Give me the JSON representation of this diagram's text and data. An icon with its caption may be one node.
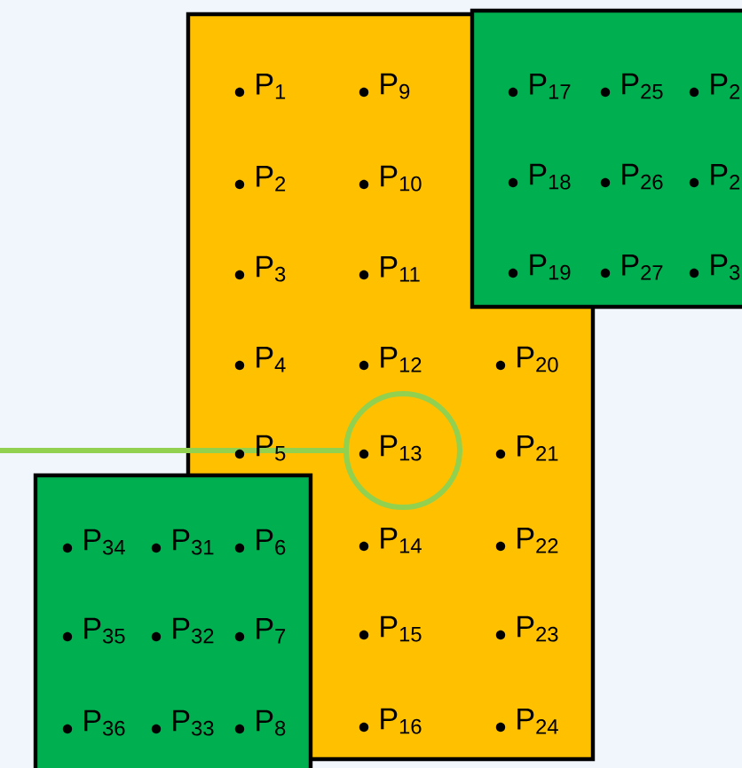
{
  "diagram": {
    "nodes": [
      {
        "text": [
          "P$_{1}$",
          "P$_{9}$",
          "P$_{2}$",
          "P$_{10}$",
          "P$_{3}$",
          "P$_{11}$",
          "P$_{4}$",
          "P$_{12}$",
          "P$_{20}$",
          "P$_{5}$",
          "P$_{21}$",
          "P$_{14}$",
          "P$_{22}$",
          "P$_{15}$",
          "P$_{23}$",
          "P$_{16}$",
          "P$_{24}$"
        ]
      },
      {
        "text": [
          "P$_{17}$",
          "P$_{25}$",
          "P$_{2}$",
          "P$_{18}$",
          "P$_{26}$",
          "P$_{2}$",
          "P$_{19}$",
          "P$_{27}$",
          "P$_{3}$"
        ]
      },
      {
        "text": [
          "P$_{34}$",
          "P$_{31}$",
          "P$_{6}$",
          "P$_{35}$",
          "P$_{32}$",
          "P$_{7}$",
          "P$_{36}$",
          "P$_{33}$",
          "P$_{8}$"
        ]
      },
      {
        "text": [
          "P$_{13}$"
        ],
        "in": 0
      }
    ],
    "edges": [
      {
        "from": null,
        "to": 3,
        "arrow": "none",
        "color": "#92d050"
      }
    ]
  }
}
